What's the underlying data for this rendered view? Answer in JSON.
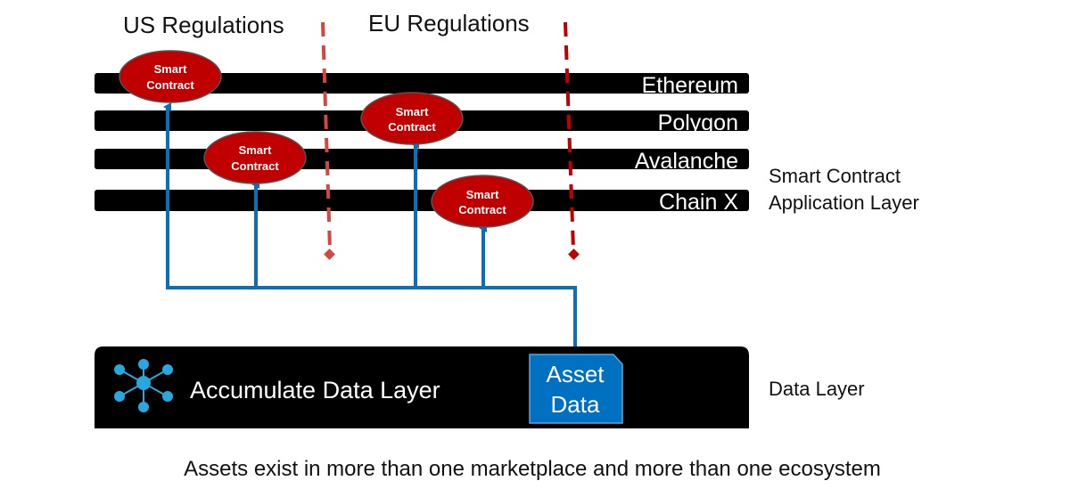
{
  "regions": {
    "us": "US Regulations",
    "eu": "EU Regulations"
  },
  "chains": [
    {
      "name": "Ethereum"
    },
    {
      "name": "Polygon"
    },
    {
      "name": "Avalanche"
    },
    {
      "name": "Chain X"
    }
  ],
  "smart_contract": {
    "line1": "Smart",
    "line2": "Contract"
  },
  "layers": {
    "app_line1": "Smart Contract",
    "app_line2": "Application Layer",
    "data_layer_label": "Data Layer",
    "data_bar_title": "Accumulate Data Layer"
  },
  "asset": {
    "line1": "Asset",
    "line2": "Data"
  },
  "caption": "Assets exist in more than one marketplace and more than one ecosystem",
  "colors": {
    "bar": "#000000",
    "contract_fill": "#c00000",
    "connector": "#0b6fb8",
    "boundary_us": "#d4463e",
    "boundary_eu": "#c00000",
    "asset_fill": "#0070c0",
    "icon": "#29a8e0"
  }
}
